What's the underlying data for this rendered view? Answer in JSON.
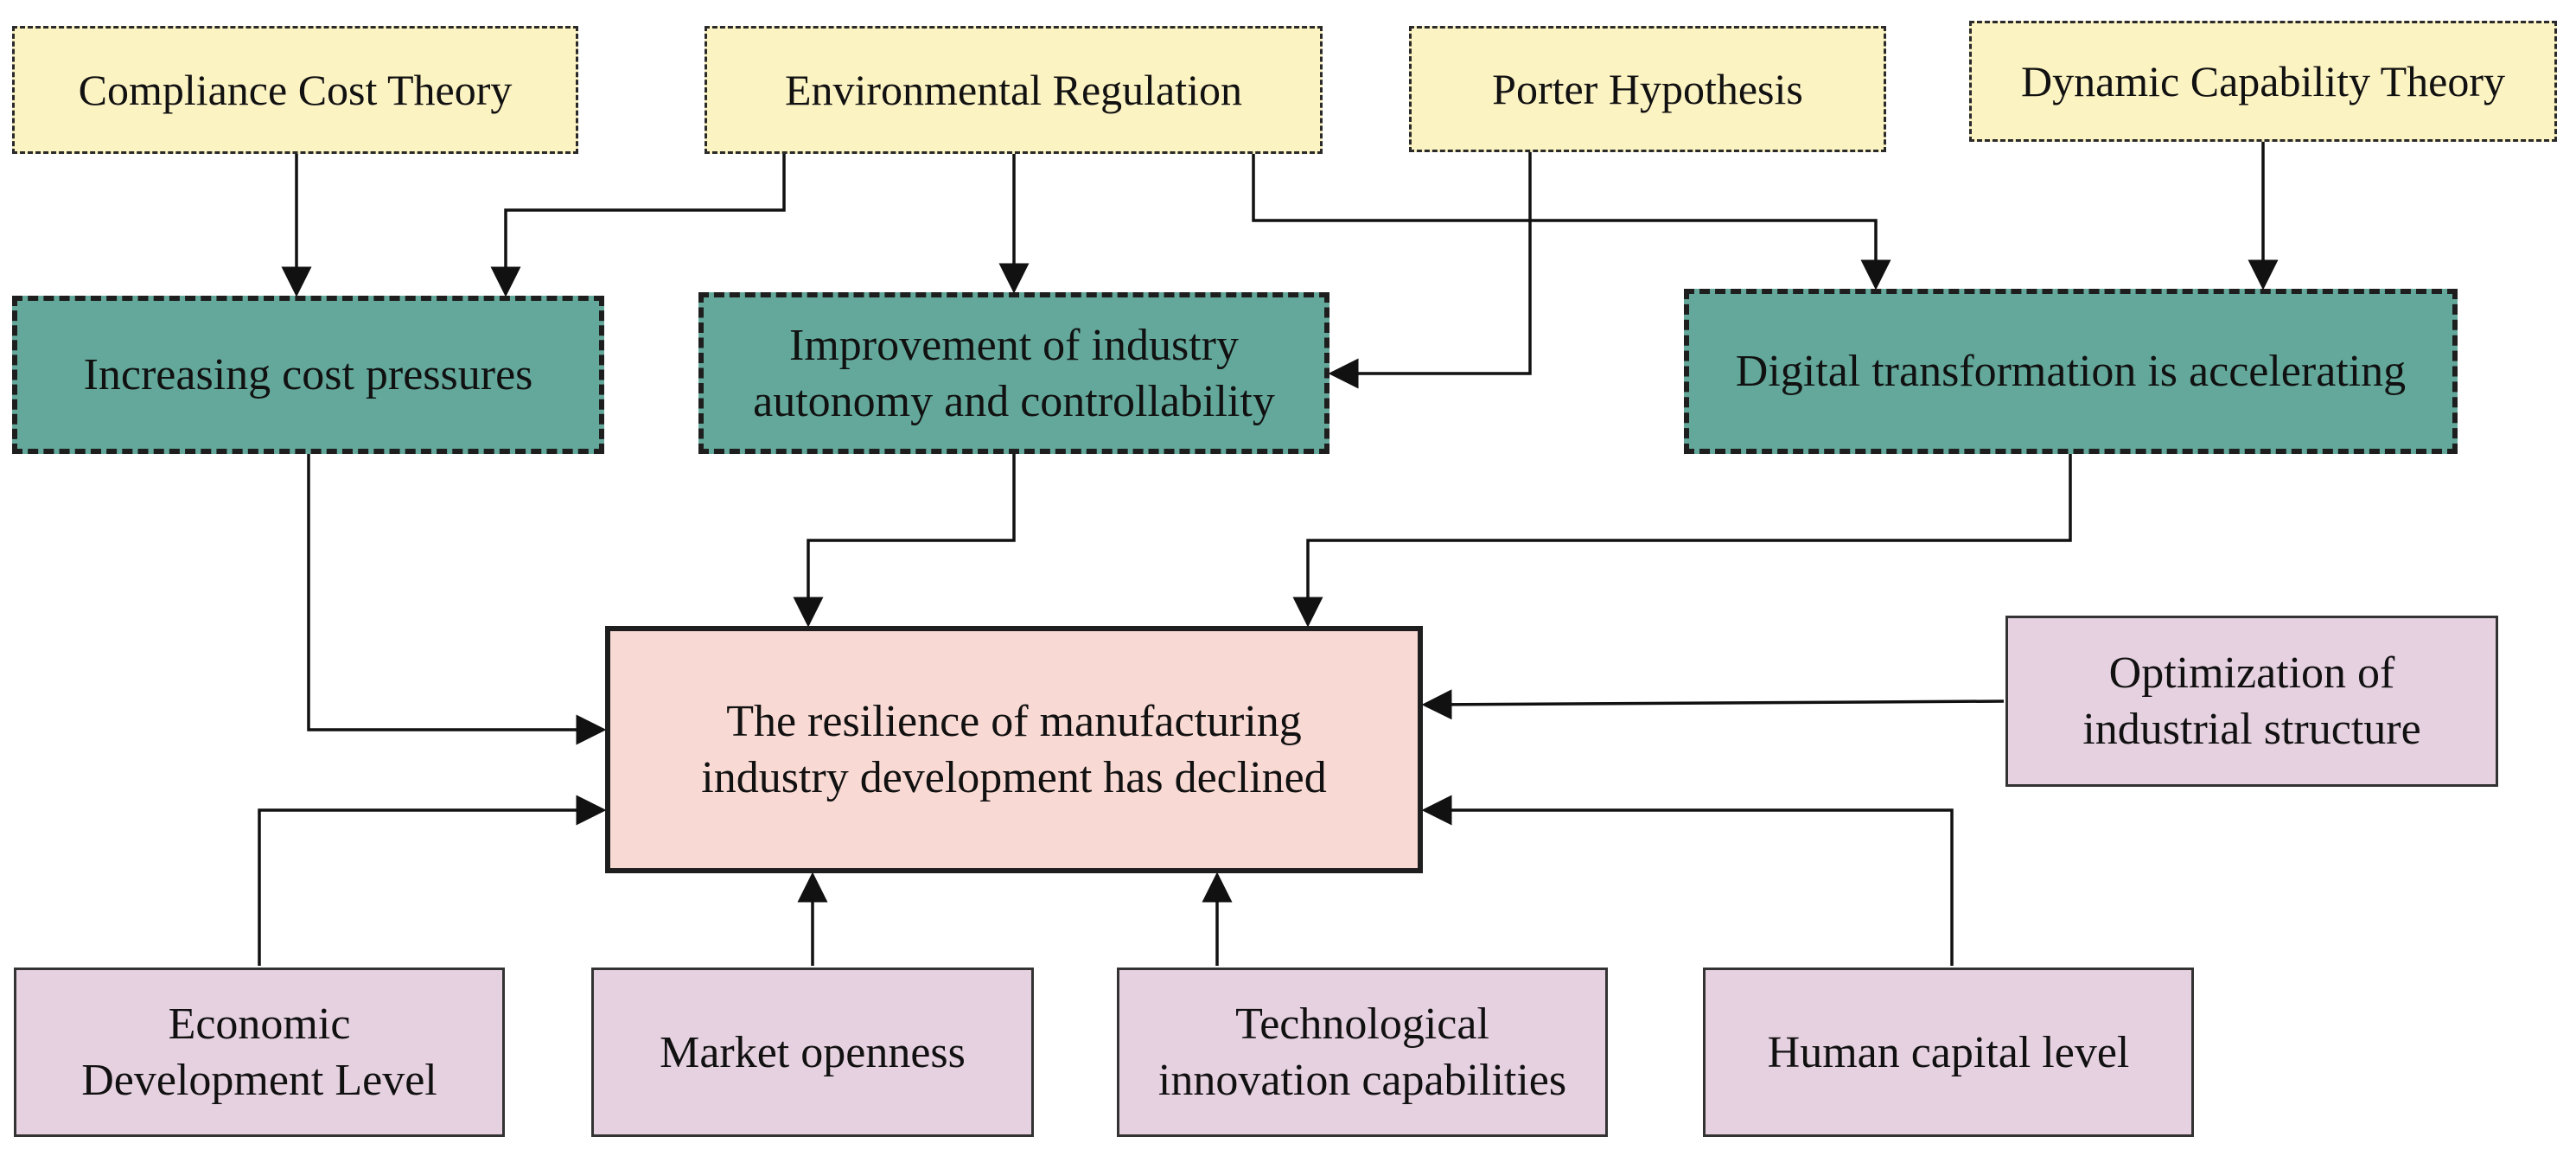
{
  "diagram": {
    "theories": {
      "compliance_cost": "Compliance Cost Theory",
      "environmental_regulation": "Environmental Regulation",
      "porter_hypothesis": "Porter Hypothesis",
      "dynamic_capability": "Dynamic Capability Theory"
    },
    "mechanisms": {
      "cost_pressures": "Increasing cost pressures",
      "autonomy_line1": "Improvement of industry",
      "autonomy_line2": "autonomy and controllability",
      "digital": "Digital transformation is accelerating"
    },
    "outcome": {
      "line1": "The resilience of manufacturing",
      "line2": "industry development has declined"
    },
    "controls": {
      "industrial_structure_line1": "Optimization of",
      "industrial_structure_line2": "industrial structure",
      "economic_line1": "Economic",
      "economic_line2": "Development Level",
      "market_openness": "Market openness",
      "tech_line1": "Technological",
      "tech_line2": "innovation capabilities",
      "human_capital": "Human capital level"
    }
  }
}
